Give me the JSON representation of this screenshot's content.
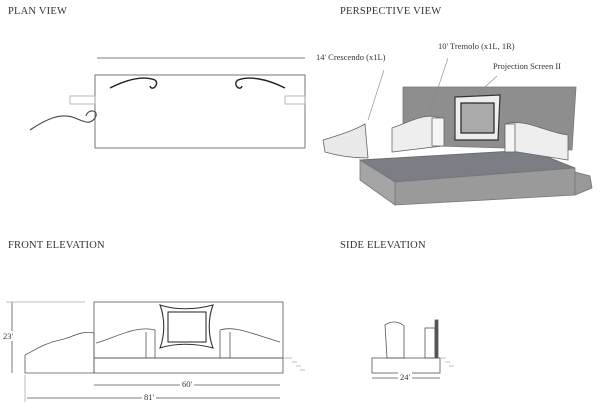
{
  "headings": {
    "plan": "PLAN VIEW",
    "perspective": "PERSPECTIVE VIEW",
    "front": "FRONT ELEVATION",
    "side": "SIDE ELEVATION"
  },
  "callouts": {
    "crescendo": "14' Crescendo (x1L)",
    "tremolo": "10' Tremolo (x1L, 1R)",
    "screen": "Projection Screen II"
  },
  "dimensions": {
    "height": "23'",
    "stage_width": "60'",
    "total_width": "81'",
    "depth": "24'"
  }
}
